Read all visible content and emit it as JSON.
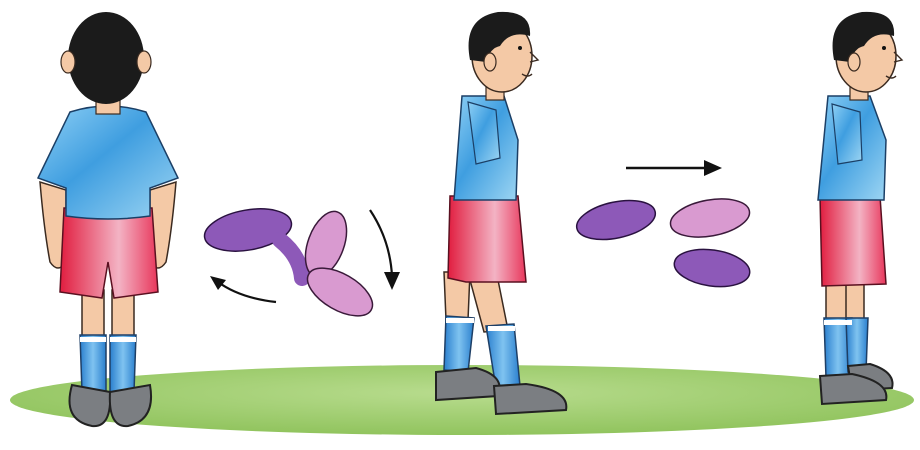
{
  "scene": {
    "description_free": true,
    "steps": [
      {
        "id": "step-1",
        "view": "back",
        "footprint_icon": "rotating-feet-icon",
        "arrow_icons": [
          "curved-arrow-left-icon",
          "curved-arrow-down-icon"
        ]
      },
      {
        "id": "step-2",
        "view": "side",
        "footprint_icon": "feet-apart-icon",
        "arrow_icons": [
          "arrow-right-icon"
        ]
      },
      {
        "id": "step-3",
        "view": "side",
        "footprint_icon": "",
        "arrow_icons": []
      }
    ]
  },
  "colors": {
    "grass": "#9ccb6a",
    "shirt": "#3f9ee0",
    "shorts": "#e8365b",
    "socks": "#2f89d6",
    "shoes": "#777a7d",
    "skin": "#f4c9a6",
    "hair": "#1b1b1b",
    "footprint_dark": "#8d59b8",
    "footprint_light": "#d99ad0"
  }
}
